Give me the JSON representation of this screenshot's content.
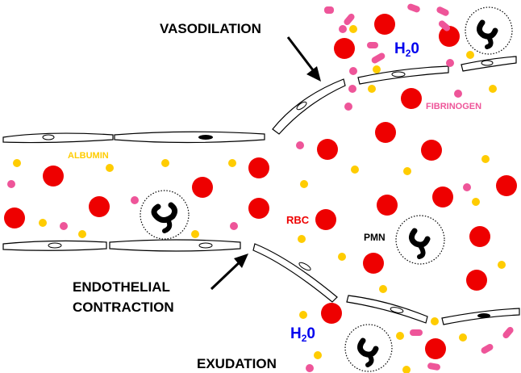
{
  "labels": {
    "vasodilation": "VASODILATION",
    "endothelial_line1": "ENDOTHELIAL",
    "endothelial_line2": "CONTRACTION",
    "exudation": "EXUDATION",
    "albumin": "ALBUMIN",
    "fibrinogen": "FIBRINOGEN",
    "rbc": "RBC",
    "pmn": "PMN",
    "h2o_main": "H",
    "h2o_sub": "2",
    "h2o_tail": "0"
  },
  "colors": {
    "rbc": "#ee0000",
    "albumin": "#ffcc00",
    "fibrinogen": "#ee5599",
    "water": "#0000ee",
    "pmn_granules": "#000000",
    "albumin_label": "#ffcc00",
    "fibrinogen_label": "#ee5599",
    "rbc_label": "#ee0000"
  }
}
